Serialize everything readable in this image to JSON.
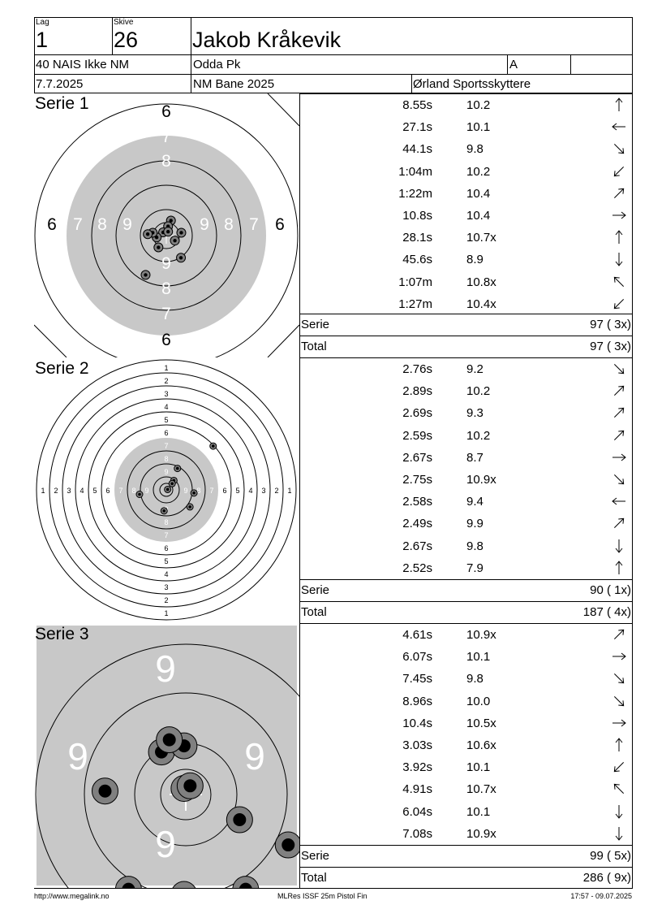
{
  "header": {
    "lag_caption": "Lag",
    "lag": "1",
    "skive_caption": "Skive",
    "skive": "26",
    "name": "Jakob Kråkevik",
    "class": "40 NAIS Ikke NM",
    "club": "Odda Pk",
    "group": "A",
    "date": "7.7.2025",
    "venue": "NM Bane 2025",
    "organizer": "Ørland Sportsskyttere"
  },
  "series": [
    {
      "title": "Serie 1",
      "shots": [
        {
          "time": "8.55s",
          "value": "10.2",
          "dir": "up"
        },
        {
          "time": "27.1s",
          "value": "10.1",
          "dir": "left"
        },
        {
          "time": "44.1s",
          "value": "9.8",
          "dir": "down-right"
        },
        {
          "time": "1:04m",
          "value": "10.2",
          "dir": "down-left"
        },
        {
          "time": "1:22m",
          "value": "10.4",
          "dir": "up-right"
        },
        {
          "time": "10.8s",
          "value": "10.4",
          "dir": "right"
        },
        {
          "time": "28.1s",
          "value": "10.7x",
          "dir": "up"
        },
        {
          "time": "45.6s",
          "value": "8.9",
          "dir": "down"
        },
        {
          "time": "1:07m",
          "value": "10.8x",
          "dir": "up-left"
        },
        {
          "time": "1:27m",
          "value": "10.4x",
          "dir": "down-left"
        }
      ],
      "serie_label": "Serie",
      "serie_value": "97 ( 3x)",
      "total_label": "Total",
      "total_value": "97 ( 3x)"
    },
    {
      "title": "Serie 2",
      "shots": [
        {
          "time": "2.76s",
          "value": "9.2",
          "dir": "down-right"
        },
        {
          "time": "2.89s",
          "value": "10.2",
          "dir": "up-right"
        },
        {
          "time": "2.69s",
          "value": "9.3",
          "dir": "up-right"
        },
        {
          "time": "2.59s",
          "value": "10.2",
          "dir": "up-right"
        },
        {
          "time": "2.67s",
          "value": "8.7",
          "dir": "right"
        },
        {
          "time": "2.75s",
          "value": "10.9x",
          "dir": "down-right"
        },
        {
          "time": "2.58s",
          "value": "9.4",
          "dir": "left"
        },
        {
          "time": "2.49s",
          "value": "9.9",
          "dir": "up-right"
        },
        {
          "time": "2.67s",
          "value": "9.8",
          "dir": "down"
        },
        {
          "time": "2.52s",
          "value": "7.9",
          "dir": "up"
        }
      ],
      "serie_label": "Serie",
      "serie_value": "90 ( 1x)",
      "total_label": "Total",
      "total_value": "187 ( 4x)"
    },
    {
      "title": "Serie 3",
      "shots": [
        {
          "time": "4.61s",
          "value": "10.9x",
          "dir": "up-right"
        },
        {
          "time": "6.07s",
          "value": "10.1",
          "dir": "right"
        },
        {
          "time": "7.45s",
          "value": "9.8",
          "dir": "down-right"
        },
        {
          "time": "8.96s",
          "value": "10.0",
          "dir": "down-right"
        },
        {
          "time": "10.4s",
          "value": "10.5x",
          "dir": "right"
        },
        {
          "time": "3.03s",
          "value": "10.6x",
          "dir": "up"
        },
        {
          "time": "3.92s",
          "value": "10.1",
          "dir": "down-left"
        },
        {
          "time": "4.91s",
          "value": "10.7x",
          "dir": "up-left"
        },
        {
          "time": "6.04s",
          "value": "10.1",
          "dir": "down"
        },
        {
          "time": "7.08s",
          "value": "10.9x",
          "dir": "down"
        }
      ],
      "serie_label": "Serie",
      "serie_value": "99 ( 5x)",
      "total_label": "Total",
      "total_value": "286 ( 9x)"
    }
  ],
  "targets": {
    "t1": {
      "labels": [
        "6",
        "7",
        "8",
        "9",
        "6",
        "7",
        "8",
        "9",
        "9",
        "8",
        "7",
        "6",
        "6",
        "7",
        "8",
        "9",
        "8",
        "7",
        "6"
      ],
      "hits": [
        [
          0.13,
          0.42
        ],
        [
          0.05,
          0.26
        ],
        [
          -0.09,
          0.09
        ],
        [
          0.05,
          0.11
        ],
        [
          0.42,
          0.08
        ],
        [
          0.24,
          -0.14
        ],
        [
          -0.27,
          -0.05
        ],
        [
          -0.22,
          -0.33
        ],
        [
          0.41,
          -0.62
        ],
        [
          -0.38,
          0.08
        ],
        [
          -0.52,
          0.04
        ],
        [
          -0.58,
          -1.1
        ]
      ]
    },
    "t2": {
      "labels": [
        "1",
        "2",
        "3",
        "4",
        "5",
        "6",
        "7",
        "8",
        "9",
        "1",
        "2",
        "3",
        "4",
        "5",
        "6",
        "7",
        "8",
        "9",
        "1",
        "2",
        "3",
        "4",
        "5",
        "6",
        "7",
        "8",
        "9",
        "1",
        "2",
        "3",
        "4",
        "5",
        "6",
        "7",
        "8",
        "9"
      ],
      "hits": [
        [
          0.03,
          0.01
        ],
        [
          0.25,
          0.48
        ],
        [
          0.17,
          0.21
        ],
        [
          0.13,
          0.14
        ],
        [
          1.05,
          0.98
        ],
        [
          0.62,
          -0.07
        ],
        [
          0.53,
          -0.38
        ],
        [
          -0.05,
          -0.47
        ],
        [
          -0.6,
          -0.1
        ]
      ]
    },
    "t3": {
      "labels": [
        "9",
        "9",
        "9",
        "9"
      ],
      "hits": [
        [
          -0.28,
          0.49
        ],
        [
          -0.02,
          0.56
        ],
        [
          -0.02,
          0.07
        ],
        [
          0.05,
          0.1
        ],
        [
          0.62,
          -0.29
        ],
        [
          -0.93,
          0.04
        ],
        [
          -0.19,
          0.63
        ],
        [
          1.18,
          -0.58
        ],
        [
          -0.66,
          -1.09
        ],
        [
          -0.02,
          -1.15
        ],
        [
          0.69,
          -1.09
        ],
        [
          0.55,
          -1.46
        ]
      ]
    }
  },
  "footer": {
    "url": "http://www.megalink.no",
    "software": "MLRes ISSF 25m Pistol Fin",
    "timestamp": "17:57 - 09.07.2025"
  }
}
